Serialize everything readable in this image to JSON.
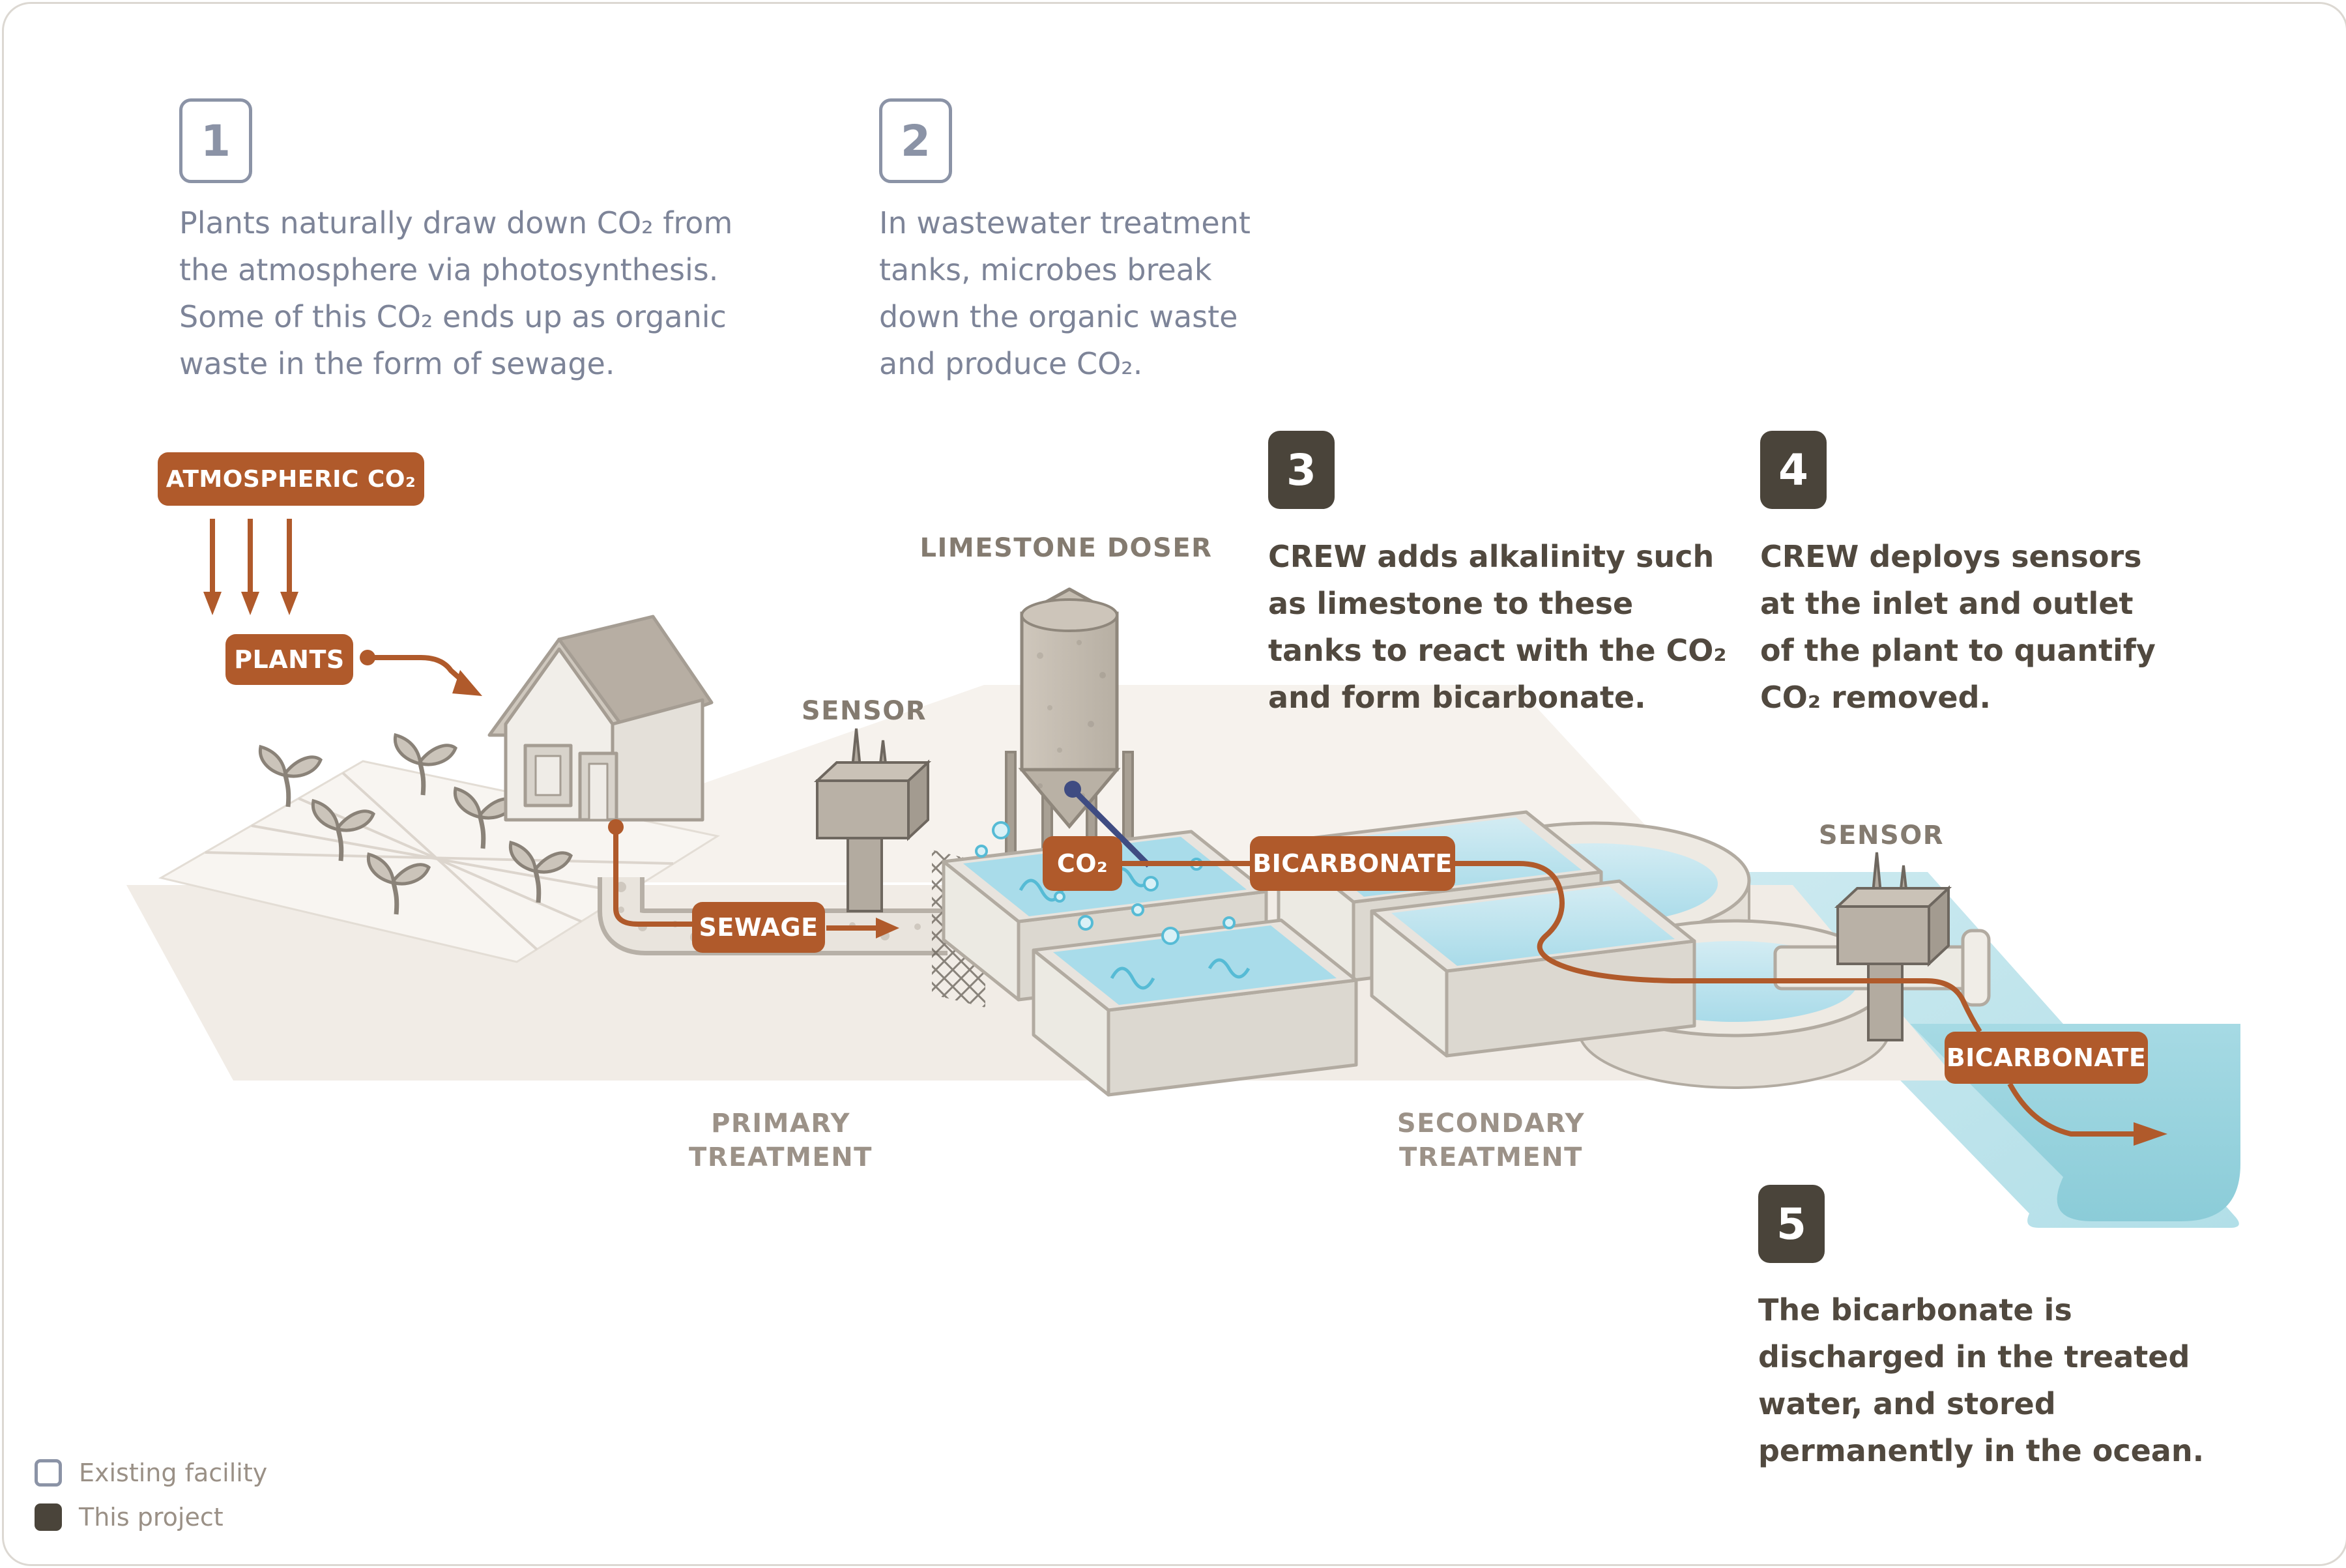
{
  "palette": {
    "accent_orange": "#b05a2b",
    "dark_brown": "#4a443a",
    "blue_gray": "#8b93a6",
    "step_text_gray_blue": "#7d8498",
    "step_text_dark": "#51493f",
    "caption_gray": "#847b70",
    "navy_line": "#3f4c82",
    "water_blue": "#a9dcea",
    "discharge_teal": "#8ecedb",
    "ground": "#f1ece6"
  },
  "steps": [
    {
      "number": "1",
      "lines": [
        "Plants naturally draw down CO₂ from",
        "the atmosphere via photosynthesis.",
        "Some of this CO₂ ends up as organic",
        "waste in the form of sewage."
      ]
    },
    {
      "number": "2",
      "lines": [
        "In wastewater treatment",
        "tanks, microbes break",
        "down the organic waste",
        "and produce CO₂."
      ]
    },
    {
      "number": "3",
      "lines": [
        "CREW adds alkalinity such",
        "as limestone to these",
        "tanks to react with the CO₂",
        "and form bicarbonate."
      ]
    },
    {
      "number": "4",
      "lines": [
        "CREW deploys sensors",
        "at the inlet and outlet",
        "of the plant to quantify",
        "CO₂ removed."
      ]
    },
    {
      "number": "5",
      "lines": [
        "The bicarbonate is",
        "discharged in the treated",
        "water, and stored",
        "permanently in the ocean."
      ]
    }
  ],
  "diagram": {
    "labels": {
      "atmospheric_co2": "ATMOSPHERIC CO₂",
      "plants": "PLANTS",
      "sewage": "SEWAGE",
      "co2": "CO₂",
      "bicarbonate_tank": "BICARBONATE",
      "bicarbonate_outlet": "BICARBONATE",
      "limestone_doser": "LIMESTONE DOSER",
      "sensor_inlet": "SENSOR",
      "sensor_outlet": "SENSOR",
      "primary_line1": "PRIMARY",
      "primary_line2": "TREATMENT",
      "secondary_line1": "SECONDARY",
      "secondary_line2": "TREATMENT"
    }
  },
  "legend": {
    "items": [
      {
        "label": "Existing facility",
        "style": "outlined"
      },
      {
        "label": "This project",
        "style": "filled"
      }
    ]
  }
}
